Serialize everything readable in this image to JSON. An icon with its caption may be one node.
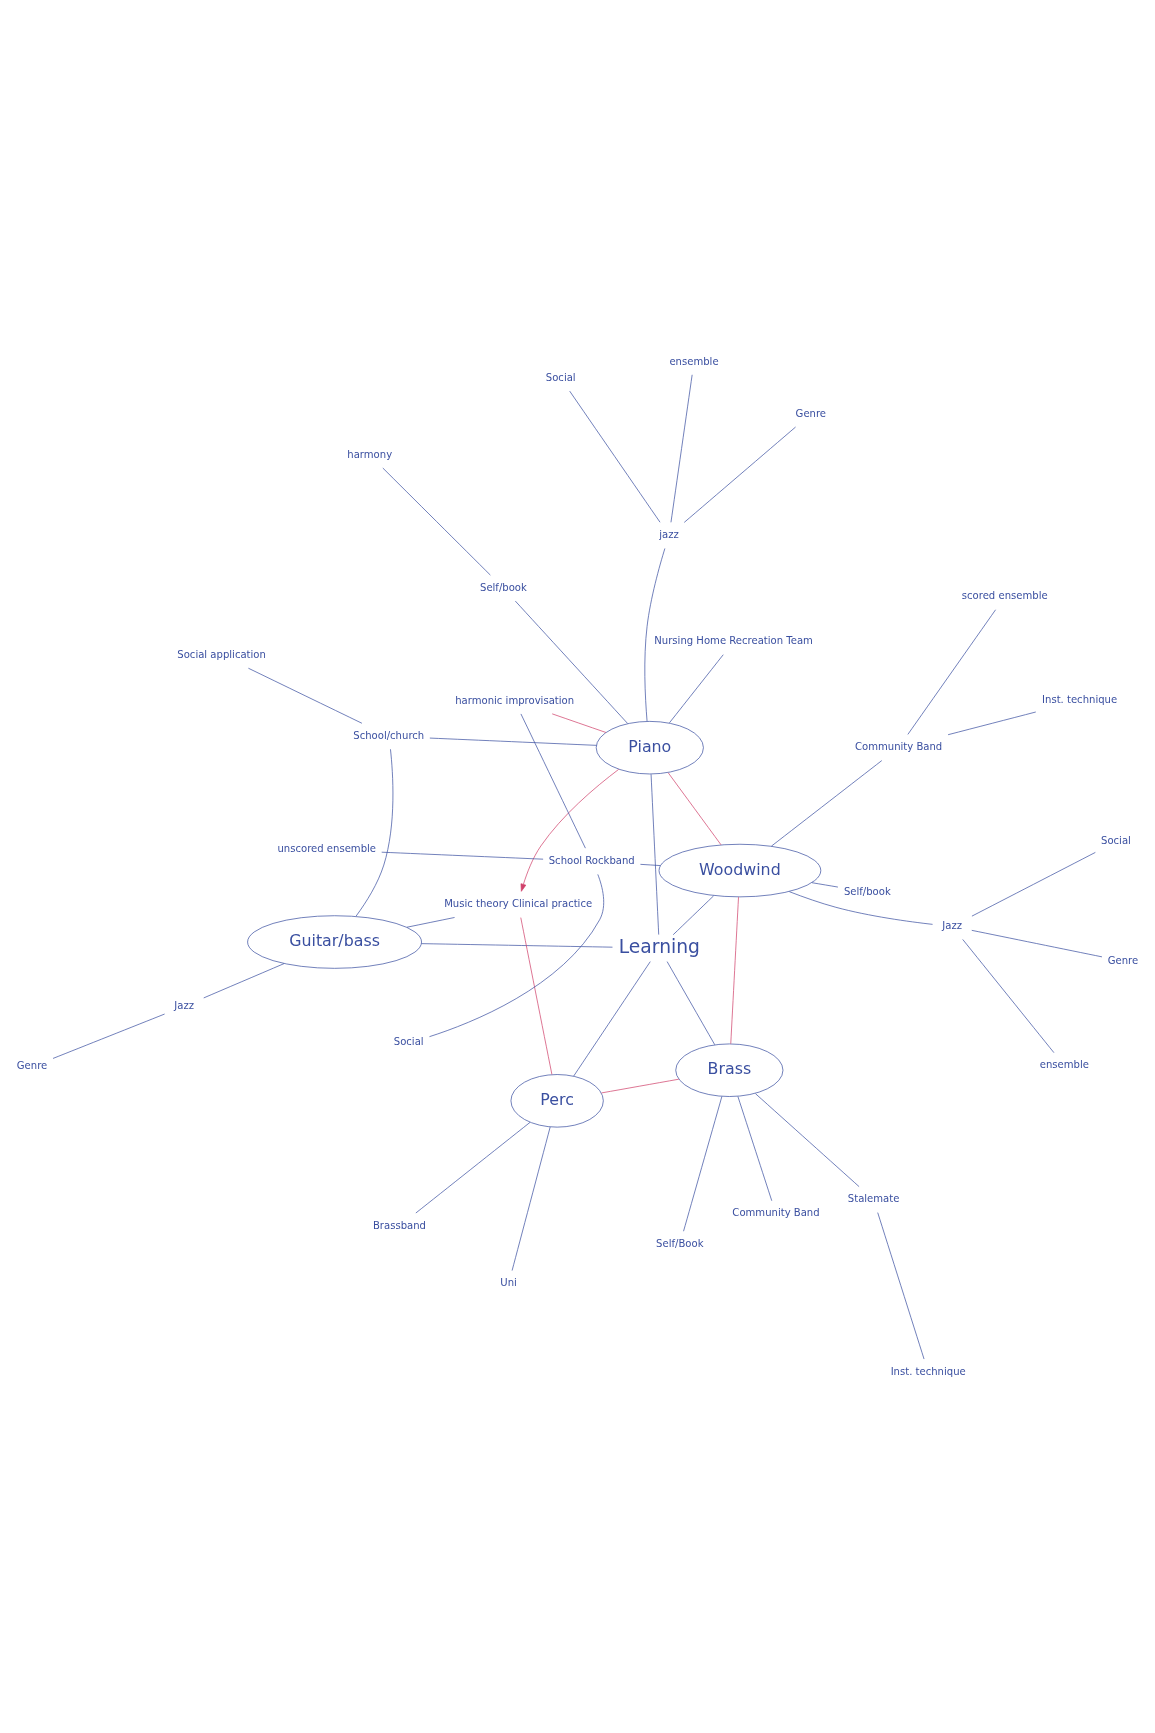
{
  "diagram": {
    "nodes": [
      {
        "text": [
          "Learning"
        ]
      },
      {
        "text": [
          "Perc"
        ]
      },
      {
        "text": [
          "Guitar/bass"
        ]
      },
      {
        "text": [
          "Brass"
        ]
      },
      {
        "text": [
          "Piano"
        ]
      },
      {
        "text": [
          "Woodwind"
        ]
      },
      {
        "text": [
          "Brassband"
        ]
      },
      {
        "text": [
          "Uni"
        ]
      },
      {
        "text": [
          "Community Band"
        ]
      },
      {
        "text": [
          "Stalemate"
        ]
      },
      {
        "text": [
          "Inst. technique"
        ]
      },
      {
        "text": [
          "Self/Book"
        ]
      },
      {
        "text": [
          "ensemble"
        ]
      },
      {
        "text": [
          "Music theory Clinical practice"
        ]
      },
      {
        "text": [
          "School/church"
        ]
      },
      {
        "text": [
          "Social application"
        ]
      },
      {
        "text": [
          "Jazz"
        ]
      },
      {
        "text": [
          "Genre"
        ]
      },
      {
        "text": [
          "Nursing Home Recreation Team"
        ]
      },
      {
        "text": [
          "Self/book"
        ]
      },
      {
        "text": [
          "harmony"
        ]
      },
      {
        "text": [
          "jazz"
        ]
      },
      {
        "text": [
          "ensemble"
        ]
      },
      {
        "text": [
          "Genre"
        ]
      },
      {
        "text": [
          "Social"
        ]
      },
      {
        "text": [
          "Jazz"
        ]
      },
      {
        "text": [
          "Genre"
        ]
      },
      {
        "text": [
          "Social"
        ]
      },
      {
        "text": [
          "Self/book"
        ]
      },
      {
        "text": [
          "Community Band"
        ]
      },
      {
        "text": [
          "scored ensemble"
        ]
      },
      {
        "text": [
          "Inst. technique"
        ]
      },
      {
        "text": [
          "School Rockband"
        ]
      },
      {
        "text": [
          "Social"
        ]
      },
      {
        "text": [
          "unscored ensemble"
        ]
      },
      {
        "text": [
          "harmonic improvisation"
        ]
      }
    ],
    "edges": [
      {
        "from": 0,
        "to": 1,
        "arrow": "none"
      },
      {
        "from": 0,
        "to": 2,
        "arrow": "none"
      },
      {
        "from": 0,
        "to": 3,
        "arrow": "none"
      },
      {
        "from": 0,
        "to": 4,
        "arrow": "none"
      },
      {
        "from": 0,
        "to": 5,
        "arrow": "none"
      },
      {
        "from": 1,
        "to": 6,
        "arrow": "none"
      },
      {
        "from": 1,
        "to": 7,
        "arrow": "none"
      },
      {
        "from": 3,
        "to": 8,
        "arrow": "none"
      },
      {
        "from": 3,
        "to": 9,
        "arrow": "none"
      },
      {
        "from": 9,
        "to": 10,
        "arrow": "none"
      },
      {
        "from": 3,
        "to": 11,
        "arrow": "none"
      },
      {
        "from": 2,
        "to": 13,
        "arrow": "none"
      },
      {
        "from": 2,
        "to": 14,
        "arrow": "none"
      },
      {
        "from": 14,
        "to": 15,
        "arrow": "none"
      },
      {
        "from": 14,
        "to": 4,
        "arrow": "none"
      },
      {
        "from": 2,
        "to": 16,
        "arrow": "none"
      },
      {
        "from": 16,
        "to": 17,
        "arrow": "none"
      },
      {
        "from": 4,
        "to": 18,
        "arrow": "none"
      },
      {
        "from": 4,
        "to": 19,
        "arrow": "none"
      },
      {
        "from": 19,
        "to": 20,
        "arrow": "none"
      },
      {
        "from": 4,
        "to": 21,
        "arrow": "none"
      },
      {
        "from": 21,
        "to": 22,
        "arrow": "none"
      },
      {
        "from": 21,
        "to": 23,
        "arrow": "none"
      },
      {
        "from": 21,
        "to": 24,
        "arrow": "none"
      },
      {
        "from": 5,
        "to": 25,
        "arrow": "none"
      },
      {
        "from": 25,
        "to": 12,
        "arrow": "none"
      },
      {
        "from": 25,
        "to": 26,
        "arrow": "none"
      },
      {
        "from": 25,
        "to": 27,
        "arrow": "none"
      },
      {
        "from": 5,
        "to": 28,
        "arrow": "none"
      },
      {
        "from": 5,
        "to": 29,
        "arrow": "none"
      },
      {
        "from": 29,
        "to": 30,
        "arrow": "none"
      },
      {
        "from": 29,
        "to": 31,
        "arrow": "none"
      },
      {
        "from": 5,
        "to": 32,
        "arrow": "none"
      },
      {
        "from": 32,
        "to": 33,
        "arrow": "none"
      },
      {
        "from": 32,
        "to": 34,
        "arrow": "none"
      },
      {
        "from": 32,
        "to": 35,
        "arrow": "none"
      },
      {
        "from": 1,
        "to": 3,
        "arrow": "none",
        "color": "#d0406a"
      },
      {
        "from": 3,
        "to": 5,
        "arrow": "none",
        "color": "#d0406a"
      },
      {
        "from": 4,
        "to": 5,
        "arrow": "none",
        "color": "#d0406a"
      },
      {
        "from": 4,
        "to": 13,
        "arrow": "to",
        "color": "#d0406a"
      },
      {
        "from": 1,
        "to": 13,
        "arrow": "none",
        "color": "#d0406a"
      },
      {
        "from": 4,
        "to": 35,
        "arrow": "none",
        "color": "#d0406a"
      }
    ]
  }
}
